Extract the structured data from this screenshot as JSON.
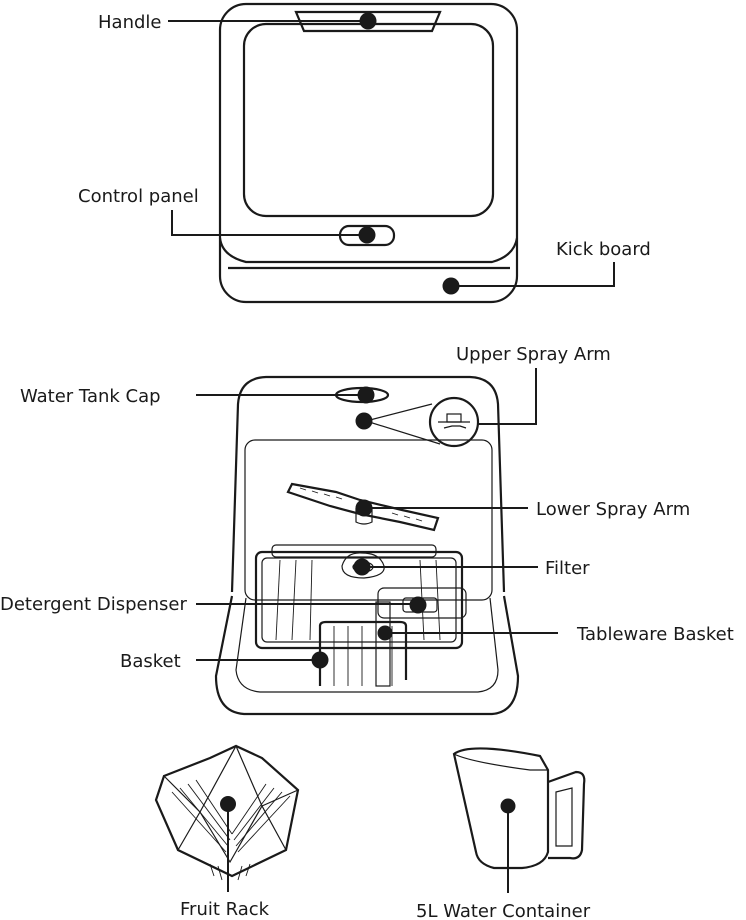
{
  "labels": {
    "handle": "Handle",
    "control_panel": "Control panel",
    "kick_board": "Kick board",
    "upper_spray_arm": "Upper Spray Arm",
    "water_tank_cap": "Water Tank Cap",
    "lower_spray_arm": "Lower Spray Arm",
    "filter": "Filter",
    "detergent_dispenser": "Detergent Dispenser",
    "tableware_basket": "Tableware Basket",
    "basket": "Basket",
    "fruit_rack": "Fruit Rack",
    "water_container": "5L Water Container"
  },
  "colors": {
    "ink": "#1a1a1a",
    "background": "#ffffff"
  }
}
